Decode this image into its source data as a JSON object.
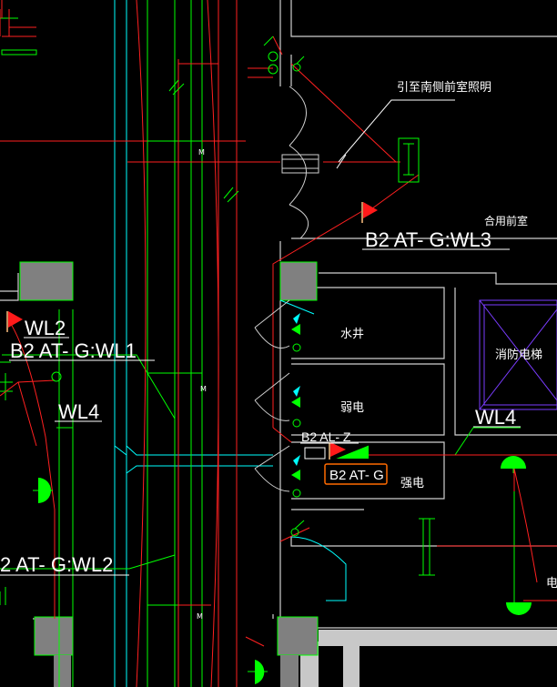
{
  "labels": {
    "lead_to_south_antechamber": "引至南侧前室照明",
    "combined_antechamber": "合用前室",
    "water_well": "水井",
    "weak_current": "弱电",
    "fire_elevator": "消防电梯",
    "strong_current": "强电",
    "strong_current_partial": "电",
    "circuit_wl3": "B2 AT- G:WL3",
    "circuit_wl2_short": "WL2",
    "circuit_wl1": "B2 AT- G:WL1",
    "circuit_wl4_left": "WL4",
    "circuit_wl4_right": "WL4",
    "circuit_wl2_long": "2 AT- G:WL2",
    "panel_al": "B2 AL- Z",
    "panel_at_selected": "B2 AT- G",
    "motor_mark_1": "M",
    "motor_mark_2": "M",
    "motor_mark_3": "M"
  },
  "colors": {
    "background": "#000000",
    "wall": "#ffffff",
    "wall_gray": "#c8c8c8",
    "wire_red": "#ff2020",
    "cyan": "#00ffff",
    "green": "#00ff00",
    "gray_fill": "#808080",
    "violet": "#7a3cff",
    "text": "#ffffff",
    "highlight": "#ff6a00"
  }
}
